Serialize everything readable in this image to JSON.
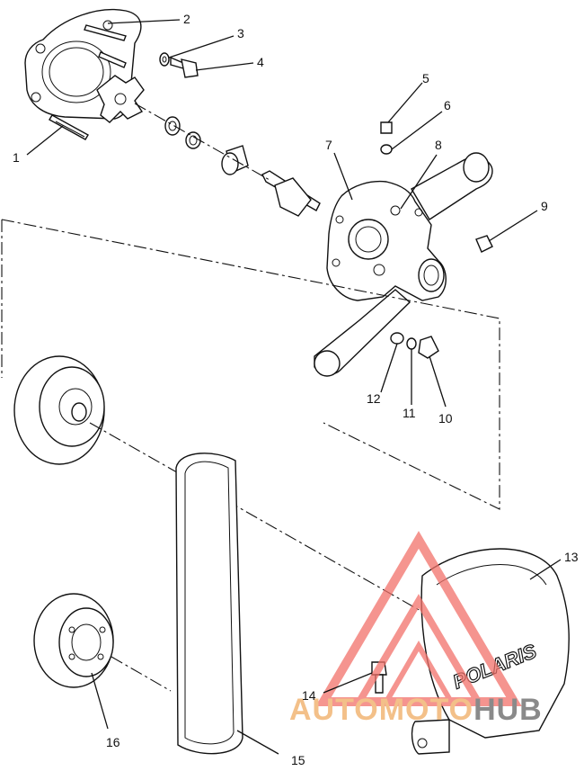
{
  "callouts": [
    {
      "id": "1",
      "text": "1"
    },
    {
      "id": "2",
      "text": "2"
    },
    {
      "id": "3",
      "text": "3"
    },
    {
      "id": "4",
      "text": "4"
    },
    {
      "id": "5",
      "text": "5"
    },
    {
      "id": "6",
      "text": "6"
    },
    {
      "id": "7",
      "text": "7"
    },
    {
      "id": "8",
      "text": "8"
    },
    {
      "id": "9",
      "text": "9"
    },
    {
      "id": "10",
      "text": "10"
    },
    {
      "id": "11",
      "text": "11"
    },
    {
      "id": "12",
      "text": "12"
    },
    {
      "id": "13",
      "text": "13"
    },
    {
      "id": "14",
      "text": "14"
    },
    {
      "id": "15",
      "text": "15"
    },
    {
      "id": "16",
      "text": "16"
    }
  ],
  "cover_brand": "POLARIS",
  "watermark": {
    "part1": "AUTOMOTO",
    "part2": "HUB",
    "color_accent": "#f3c089",
    "color_logo": "#f2716a",
    "color_gray": "#8a8a8a"
  }
}
